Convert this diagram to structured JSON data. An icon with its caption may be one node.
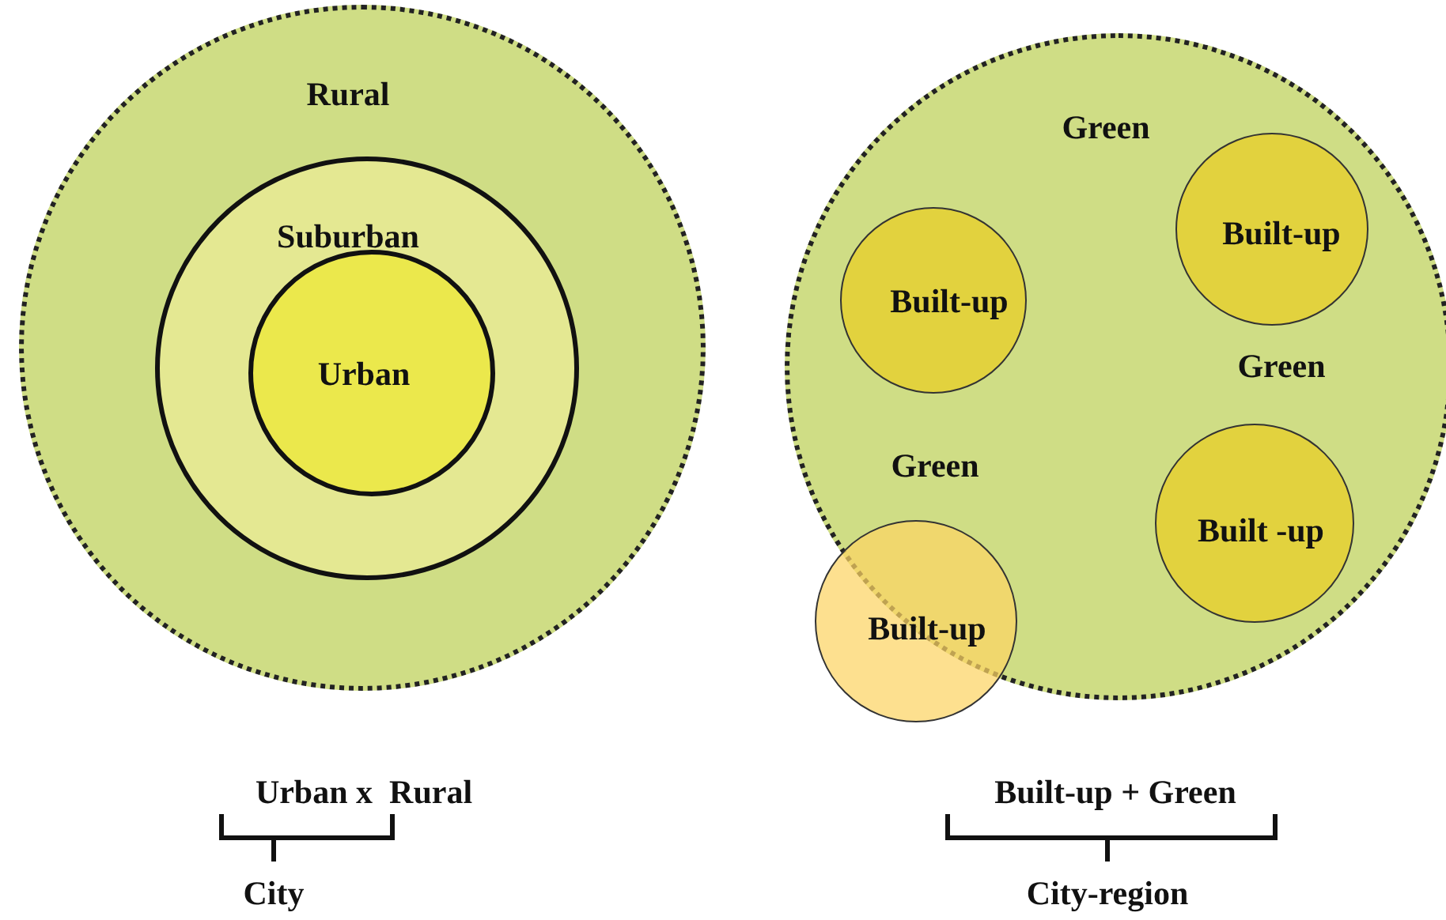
{
  "diagram": {
    "nodes": [
      {
        "text": [
          "Rural"
        ]
      },
      {
        "text": [
          "Suburban"
        ],
        "in": 0
      },
      {
        "text": [
          "Urban"
        ],
        "in": 1
      },
      {
        "text": [
          "Green",
          "Green",
          "Green"
        ]
      },
      {
        "text": [
          "Built-up"
        ],
        "in": 3
      },
      {
        "text": [
          "Built-up"
        ],
        "in": 3
      },
      {
        "text": [
          "Built -up"
        ],
        "in": 3
      },
      {
        "text": [
          "Built-up"
        ]
      }
    ],
    "labels": [
      "Urban x  Rural",
      "Built-up + Green",
      "City",
      "City-region"
    ]
  }
}
